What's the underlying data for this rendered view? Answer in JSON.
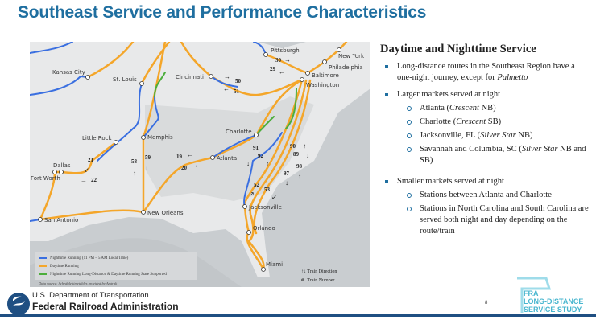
{
  "title": "Southeast Service and Performance Characteristics",
  "map": {
    "cities": [
      "Kansas City",
      "St. Louis",
      "Pittsburgh",
      "New York",
      "Philadelphia",
      "Baltimore",
      "Washington",
      "Cincinnati",
      "Charlotte",
      "Memphis",
      "Little Rock",
      "Atlanta",
      "Fort Worth",
      "Dallas",
      "San Antonio",
      "New Orleans",
      "Jacksonville",
      "Orlando",
      "Miami"
    ],
    "train_numbers": [
      "30",
      "29",
      "50",
      "51",
      "19",
      "20",
      "21",
      "22",
      "58",
      "59",
      "91",
      "92",
      "90",
      "89",
      "98",
      "97",
      "52",
      "53"
    ],
    "legend": [
      {
        "label": "Nighttime Running (11 PM – 5 AM Local Time)",
        "color": "#3a6fe0"
      },
      {
        "label": "Daytime Running",
        "color": "#f4a62a"
      },
      {
        "label": "Nighttime Running Long-Distance & Daytime Running State Supported",
        "color": "#4cae3c"
      }
    ],
    "source": "Data source: Schedule timetables provided by Amtrak",
    "direction_label": "Train Direction",
    "number_label": "Train Number",
    "number_symbol": "#"
  },
  "panel": {
    "heading": "Daytime and Nighttime Service",
    "b1_text": "Long-distance routes in the Southeast Region have a one-night journey, except for ",
    "b1_italic": "Palmetto",
    "b2": "Larger markets served at night",
    "sub1": {
      "a": "Atlanta (",
      "i": "Crescent",
      "b": " NB)"
    },
    "sub2": {
      "a": "Charlotte (",
      "i": "Crescent",
      "b": " SB)"
    },
    "sub3": {
      "a": "Jacksonville, FL (",
      "i": "Silver Star",
      "b": " NB)"
    },
    "sub4": {
      "a": "Savannah and Columbia, SC (",
      "i": "Silver Star",
      "b": " NB and SB)"
    },
    "b3": "Smaller markets served at night",
    "sub5": "Stations between Atlanta and Charlotte",
    "sub6": "Stations in North Carolina and South Carolina are served both night and day depending on the route/train"
  },
  "footer": {
    "dot_line1": "U.S. Department of Transportation",
    "dot_line2": "Federal Railroad Administration",
    "page": "8",
    "fra1": "FRA",
    "fra2": "LONG-DISTANCE",
    "fra3": "SERVICE STUDY",
    "line_color": "#1f4f82"
  }
}
